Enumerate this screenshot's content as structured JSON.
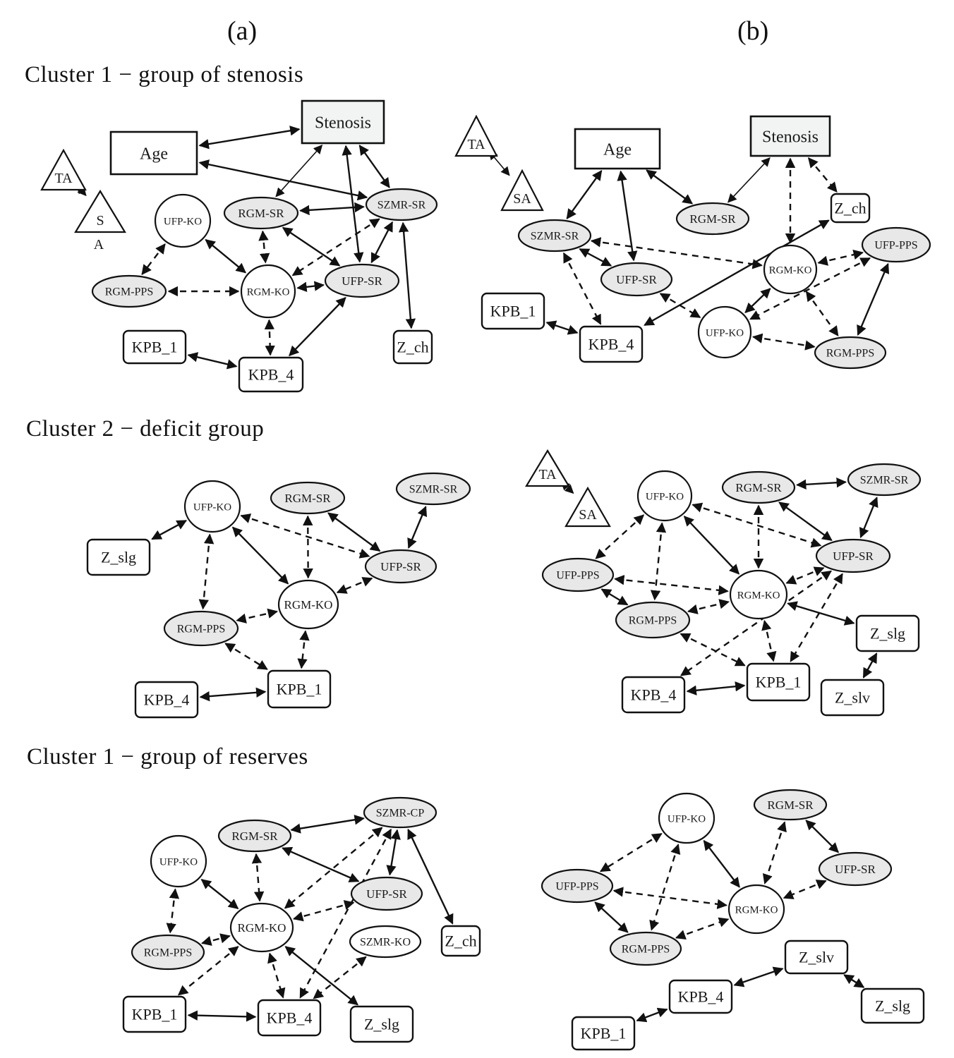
{
  "columns": {
    "a": "(a)",
    "b": "(b)"
  },
  "sections": [
    {
      "title": "Cluster 1 − group of stenosis"
    },
    {
      "title": "Cluster 2 − deficit group"
    },
    {
      "title": "Cluster 1 − group of reserves"
    }
  ],
  "colors": {
    "shaded_fill": "#e8e8e8",
    "stenosis_fill": "#f2f4f4",
    "white_fill": "#ffffff",
    "stroke": "#111111"
  },
  "legend_semantics": {
    "solid_edge": "solid bidirectional link",
    "dashed_edge": "dashed bidirectional link",
    "shaded_ellipse": "shaded variable node",
    "white_ellipse": "white variable node",
    "rect": "factor node",
    "triangle": "triangle node"
  },
  "graphs": [
    {
      "id": "s1a",
      "nodes": [
        {
          "id": "Stenosis",
          "label": "Stenosis",
          "shape": "rect",
          "fill": "stenosis"
        },
        {
          "id": "Age",
          "label": "Age",
          "shape": "rect",
          "fill": "white"
        },
        {
          "id": "TA",
          "label": "TA",
          "shape": "triangle"
        },
        {
          "id": "SA",
          "label": "S",
          "sublabel": "A",
          "shape": "triangle"
        },
        {
          "id": "UFP-KO",
          "label": "UFP-KO",
          "shape": "ellipse",
          "fill": "white"
        },
        {
          "id": "RGM-SR",
          "label": "RGM-SR",
          "shape": "ellipse",
          "fill": "shaded"
        },
        {
          "id": "SZMR-SR",
          "label": "SZMR-SR",
          "shape": "ellipse",
          "fill": "shaded"
        },
        {
          "id": "RGM-PPS",
          "label": "RGM-PPS",
          "shape": "ellipse",
          "fill": "shaded"
        },
        {
          "id": "RGM-KO",
          "label": "RGM-KO",
          "shape": "ellipse",
          "fill": "white"
        },
        {
          "id": "UFP-SR",
          "label": "UFP-SR",
          "shape": "ellipse",
          "fill": "shaded"
        },
        {
          "id": "KPB_1",
          "label": "KPB_1",
          "shape": "roundrect"
        },
        {
          "id": "KPB_4",
          "label": "KPB_4",
          "shape": "roundrect"
        },
        {
          "id": "Z_ch",
          "label": "Z_ch",
          "shape": "roundrect"
        }
      ],
      "edges": [
        {
          "from": "Age",
          "to": "Stenosis",
          "style": "solid"
        },
        {
          "from": "Age",
          "to": "SZMR-SR",
          "style": "solid"
        },
        {
          "from": "Stenosis",
          "to": "RGM-SR",
          "style": "solid-thin"
        },
        {
          "from": "Stenosis",
          "to": "UFP-SR",
          "style": "solid"
        },
        {
          "from": "Stenosis",
          "to": "SZMR-SR",
          "style": "solid"
        },
        {
          "from": "TA",
          "to": "SA",
          "style": "solid-thin"
        },
        {
          "from": "RGM-SR",
          "to": "SZMR-SR",
          "style": "solid"
        },
        {
          "from": "UFP-KO",
          "to": "RGM-PPS",
          "style": "dashed"
        },
        {
          "from": "UFP-KO",
          "to": "RGM-KO",
          "style": "solid"
        },
        {
          "from": "RGM-SR",
          "to": "RGM-KO",
          "style": "dashed"
        },
        {
          "from": "RGM-SR",
          "to": "UFP-SR",
          "style": "solid"
        },
        {
          "from": "SZMR-SR",
          "to": "RGM-KO",
          "style": "dashed"
        },
        {
          "from": "SZMR-SR",
          "to": "UFP-SR",
          "style": "solid"
        },
        {
          "from": "SZMR-SR",
          "to": "Z_ch",
          "style": "solid"
        },
        {
          "from": "RGM-PPS",
          "to": "RGM-KO",
          "style": "dashed"
        },
        {
          "from": "RGM-KO",
          "to": "UFP-SR",
          "style": "solid"
        },
        {
          "from": "RGM-KO",
          "to": "KPB_4",
          "style": "dashed"
        },
        {
          "from": "UFP-SR",
          "to": "KPB_4",
          "style": "solid"
        },
        {
          "from": "KPB_1",
          "to": "KPB_4",
          "style": "solid"
        }
      ]
    },
    {
      "id": "s1b",
      "nodes": [
        {
          "id": "TA",
          "label": "TA",
          "shape": "triangle"
        },
        {
          "id": "SA",
          "label": "SA",
          "shape": "triangle"
        },
        {
          "id": "Age",
          "label": "Age",
          "shape": "rect",
          "fill": "white"
        },
        {
          "id": "Stenosis",
          "label": "Stenosis",
          "shape": "rect",
          "fill": "stenosis"
        },
        {
          "id": "RGM-SR",
          "label": "RGM-SR",
          "shape": "ellipse",
          "fill": "shaded"
        },
        {
          "id": "Z_ch",
          "label": "Z_ch",
          "shape": "roundrect"
        },
        {
          "id": "SZMR-SR",
          "label": "SZMR-SR",
          "shape": "ellipse",
          "fill": "shaded"
        },
        {
          "id": "UFP-PPS",
          "label": "UFP-PPS",
          "shape": "ellipse",
          "fill": "shaded"
        },
        {
          "id": "RGM-KO",
          "label": "RGM-KO",
          "shape": "ellipse",
          "fill": "white"
        },
        {
          "id": "UFP-SR",
          "label": "UFP-SR",
          "shape": "ellipse",
          "fill": "shaded"
        },
        {
          "id": "KPB_1",
          "label": "KPB_1",
          "shape": "roundrect"
        },
        {
          "id": "KPB_4",
          "label": "KPB_4",
          "shape": "roundrect"
        },
        {
          "id": "UFP-KO",
          "label": "UFP-KO",
          "shape": "ellipse",
          "fill": "white"
        },
        {
          "id": "RGM-PPS",
          "label": "RGM-PPS",
          "shape": "ellipse",
          "fill": "shaded"
        }
      ],
      "edges": [
        {
          "from": "TA",
          "to": "SA",
          "style": "solid-thin"
        },
        {
          "from": "Age",
          "to": "SZMR-SR",
          "style": "solid"
        },
        {
          "from": "Age",
          "to": "UFP-SR",
          "style": "solid"
        },
        {
          "from": "Age",
          "to": "RGM-SR",
          "style": "solid"
        },
        {
          "from": "Stenosis",
          "to": "RGM-SR",
          "style": "solid-thin"
        },
        {
          "from": "Stenosis",
          "to": "RGM-KO",
          "style": "dashed"
        },
        {
          "from": "Stenosis",
          "to": "Z_ch",
          "style": "dashed"
        },
        {
          "from": "SZMR-SR",
          "to": "RGM-KO",
          "style": "dashed"
        },
        {
          "from": "SZMR-SR",
          "to": "UFP-SR",
          "style": "solid"
        },
        {
          "from": "SZMR-SR",
          "to": "KPB_4",
          "style": "dashed"
        },
        {
          "from": "UFP-SR",
          "to": "UFP-KO",
          "style": "dashed"
        },
        {
          "from": "KPB_1",
          "to": "KPB_4",
          "style": "solid"
        },
        {
          "from": "KPB_4",
          "to": "Z_ch",
          "style": "solid"
        },
        {
          "from": "RGM-KO",
          "to": "UFP-PPS",
          "style": "dashed"
        },
        {
          "from": "RGM-KO",
          "to": "UFP-KO",
          "style": "solid"
        },
        {
          "from": "RGM-KO",
          "to": "RGM-PPS",
          "style": "dashed"
        },
        {
          "from": "UFP-PPS",
          "to": "UFP-KO",
          "style": "dashed"
        },
        {
          "from": "UFP-PPS",
          "to": "RGM-PPS",
          "style": "solid"
        },
        {
          "from": "UFP-KO",
          "to": "RGM-PPS",
          "style": "dashed"
        }
      ]
    },
    {
      "id": "s2a",
      "nodes": [
        {
          "id": "UFP-KO",
          "label": "UFP-KO",
          "shape": "ellipse",
          "fill": "white"
        },
        {
          "id": "RGM-SR",
          "label": "RGM-SR",
          "shape": "ellipse",
          "fill": "shaded"
        },
        {
          "id": "SZMR-SR",
          "label": "SZMR-SR",
          "shape": "ellipse",
          "fill": "shaded"
        },
        {
          "id": "Z_slg",
          "label": "Z_slg",
          "shape": "roundrect"
        },
        {
          "id": "UFP-SR",
          "label": "UFP-SR",
          "shape": "ellipse",
          "fill": "shaded"
        },
        {
          "id": "RGM-KO",
          "label": "RGM-KO",
          "shape": "ellipse",
          "fill": "white"
        },
        {
          "id": "RGM-PPS",
          "label": "RGM-PPS",
          "shape": "ellipse",
          "fill": "shaded"
        },
        {
          "id": "KPB_4",
          "label": "KPB_4",
          "shape": "roundrect"
        },
        {
          "id": "KPB_1",
          "label": "KPB_1",
          "shape": "roundrect"
        }
      ],
      "edges": [
        {
          "from": "UFP-KO",
          "to": "Z_slg",
          "style": "solid"
        },
        {
          "from": "UFP-KO",
          "to": "RGM-PPS",
          "style": "dashed"
        },
        {
          "from": "UFP-KO",
          "to": "RGM-KO",
          "style": "solid"
        },
        {
          "from": "UFP-KO",
          "to": "UFP-SR",
          "style": "dashed"
        },
        {
          "from": "RGM-SR",
          "to": "RGM-KO",
          "style": "dashed"
        },
        {
          "from": "RGM-SR",
          "to": "UFP-SR",
          "style": "solid"
        },
        {
          "from": "SZMR-SR",
          "to": "UFP-SR",
          "style": "solid"
        },
        {
          "from": "UFP-SR",
          "to": "RGM-KO",
          "style": "dashed"
        },
        {
          "from": "RGM-KO",
          "to": "RGM-PPS",
          "style": "dashed"
        },
        {
          "from": "RGM-KO",
          "to": "KPB_1",
          "style": "dashed"
        },
        {
          "from": "RGM-PPS",
          "to": "KPB_1",
          "style": "dashed"
        },
        {
          "from": "KPB_4",
          "to": "KPB_1",
          "style": "solid"
        }
      ]
    },
    {
      "id": "s2b",
      "nodes": [
        {
          "id": "TA",
          "label": "TA",
          "shape": "triangle"
        },
        {
          "id": "SA",
          "label": "SA",
          "shape": "triangle"
        },
        {
          "id": "UFP-KO",
          "label": "UFP-KO",
          "shape": "ellipse",
          "fill": "white"
        },
        {
          "id": "RGM-SR",
          "label": "RGM-SR",
          "shape": "ellipse",
          "fill": "shaded"
        },
        {
          "id": "SZMR-SR",
          "label": "SZMR-SR",
          "shape": "ellipse",
          "fill": "shaded"
        },
        {
          "id": "UFP-SR",
          "label": "UFP-SR",
          "shape": "ellipse",
          "fill": "shaded"
        },
        {
          "id": "UFP-PPS",
          "label": "UFP-PPS",
          "shape": "ellipse",
          "fill": "shaded"
        },
        {
          "id": "RGM-KO",
          "label": "RGM-KO",
          "shape": "ellipse",
          "fill": "white"
        },
        {
          "id": "RGM-PPS",
          "label": "RGM-PPS",
          "shape": "ellipse",
          "fill": "shaded"
        },
        {
          "id": "Z_slg",
          "label": "Z_slg",
          "shape": "roundrect"
        },
        {
          "id": "KPB_4",
          "label": "KPB_4",
          "shape": "roundrect"
        },
        {
          "id": "KPB_1",
          "label": "KPB_1",
          "shape": "roundrect"
        },
        {
          "id": "Z_slv",
          "label": "Z_slv",
          "shape": "roundrect"
        }
      ],
      "edges": [
        {
          "from": "TA",
          "to": "SA",
          "style": "solid-thin"
        },
        {
          "from": "RGM-SR",
          "to": "SZMR-SR",
          "style": "solid"
        },
        {
          "from": "SZMR-SR",
          "to": "UFP-SR",
          "style": "solid"
        },
        {
          "from": "RGM-SR",
          "to": "UFP-SR",
          "style": "solid"
        },
        {
          "from": "RGM-SR",
          "to": "RGM-KO",
          "style": "dashed"
        },
        {
          "from": "UFP-KO",
          "to": "UFP-SR",
          "style": "dashed"
        },
        {
          "from": "UFP-KO",
          "to": "UFP-PPS",
          "style": "dashed"
        },
        {
          "from": "UFP-KO",
          "to": "RGM-PPS",
          "style": "dashed"
        },
        {
          "from": "UFP-KO",
          "to": "RGM-KO",
          "style": "solid"
        },
        {
          "from": "UFP-PPS",
          "to": "RGM-KO",
          "style": "dashed"
        },
        {
          "from": "UFP-PPS",
          "to": "RGM-PPS",
          "style": "solid"
        },
        {
          "from": "RGM-PPS",
          "to": "RGM-KO",
          "style": "dashed"
        },
        {
          "from": "UFP-SR",
          "to": "RGM-KO",
          "style": "dashed"
        },
        {
          "from": "UFP-SR",
          "to": "KPB_4",
          "style": "dashed"
        },
        {
          "from": "UFP-SR",
          "to": "KPB_1",
          "style": "dashed"
        },
        {
          "from": "RGM-KO",
          "to": "Z_slg",
          "style": "solid"
        },
        {
          "from": "RGM-KO",
          "to": "KPB_1",
          "style": "dashed"
        },
        {
          "from": "RGM-PPS",
          "to": "KPB_1",
          "style": "dashed"
        },
        {
          "from": "KPB_4",
          "to": "KPB_1",
          "style": "solid"
        },
        {
          "from": "Z_slg",
          "to": "Z_slv",
          "style": "solid"
        }
      ]
    },
    {
      "id": "s3a",
      "nodes": [
        {
          "id": "SZMR-CP",
          "label": "SZMR-CP",
          "shape": "ellipse",
          "fill": "shaded"
        },
        {
          "id": "RGM-SR",
          "label": "RGM-SR",
          "shape": "ellipse",
          "fill": "shaded"
        },
        {
          "id": "UFP-KO",
          "label": "UFP-KO",
          "shape": "ellipse",
          "fill": "white"
        },
        {
          "id": "UFP-SR",
          "label": "UFP-SR",
          "shape": "ellipse",
          "fill": "shaded"
        },
        {
          "id": "RGM-KO",
          "label": "RGM-KO",
          "shape": "ellipse",
          "fill": "white"
        },
        {
          "id": "SZMR-KO",
          "label": "SZMR-KO",
          "shape": "ellipse",
          "fill": "white"
        },
        {
          "id": "Z_ch",
          "label": "Z_ch",
          "shape": "roundrect"
        },
        {
          "id": "RGM-PPS",
          "label": "RGM-PPS",
          "shape": "ellipse",
          "fill": "shaded"
        },
        {
          "id": "KPB_1",
          "label": "KPB_1",
          "shape": "roundrect"
        },
        {
          "id": "KPB_4",
          "label": "KPB_4",
          "shape": "roundrect"
        },
        {
          "id": "Z_slg",
          "label": "Z_slg",
          "shape": "roundrect"
        }
      ],
      "edges": [
        {
          "from": "RGM-SR",
          "to": "SZMR-CP",
          "style": "solid"
        },
        {
          "from": "RGM-SR",
          "to": "UFP-SR",
          "style": "solid"
        },
        {
          "from": "RGM-SR",
          "to": "RGM-KO",
          "style": "dashed"
        },
        {
          "from": "SZMR-CP",
          "to": "UFP-SR",
          "style": "solid"
        },
        {
          "from": "SZMR-CP",
          "to": "Z_ch",
          "style": "solid"
        },
        {
          "from": "SZMR-CP",
          "to": "RGM-KO",
          "style": "dashed"
        },
        {
          "from": "SZMR-CP",
          "to": "KPB_4",
          "style": "dashed"
        },
        {
          "from": "UFP-KO",
          "to": "RGM-KO",
          "style": "solid"
        },
        {
          "from": "UFP-KO",
          "to": "RGM-PPS",
          "style": "dashed"
        },
        {
          "from": "UFP-SR",
          "to": "RGM-KO",
          "style": "dashed"
        },
        {
          "from": "RGM-PPS",
          "to": "RGM-KO",
          "style": "dashed"
        },
        {
          "from": "RGM-KO",
          "to": "KPB_1",
          "style": "dashed"
        },
        {
          "from": "RGM-KO",
          "to": "KPB_4",
          "style": "dashed"
        },
        {
          "from": "RGM-KO",
          "to": "Z_slg",
          "style": "solid"
        },
        {
          "from": "SZMR-KO",
          "to": "KPB_4",
          "style": "dashed"
        },
        {
          "from": "KPB_1",
          "to": "KPB_4",
          "style": "solid"
        }
      ]
    },
    {
      "id": "s3b",
      "nodes": [
        {
          "id": "UFP-KO",
          "label": "UFP-KO",
          "shape": "ellipse",
          "fill": "white"
        },
        {
          "id": "RGM-SR",
          "label": "RGM-SR",
          "shape": "ellipse",
          "fill": "shaded"
        },
        {
          "id": "UFP-SR",
          "label": "UFP-SR",
          "shape": "ellipse",
          "fill": "shaded"
        },
        {
          "id": "UFP-PPS",
          "label": "UFP-PPS",
          "shape": "ellipse",
          "fill": "shaded"
        },
        {
          "id": "RGM-KO",
          "label": "RGM-KO",
          "shape": "ellipse",
          "fill": "white"
        },
        {
          "id": "RGM-PPS",
          "label": "RGM-PPS",
          "shape": "ellipse",
          "fill": "shaded"
        },
        {
          "id": "Z_slv",
          "label": "Z_slv",
          "shape": "roundrect"
        },
        {
          "id": "KPB_4",
          "label": "KPB_4",
          "shape": "roundrect"
        },
        {
          "id": "Z_slg",
          "label": "Z_slg",
          "shape": "roundrect"
        },
        {
          "id": "KPB_1",
          "label": "KPB_1",
          "shape": "roundrect"
        }
      ],
      "edges": [
        {
          "from": "UFP-KO",
          "to": "UFP-PPS",
          "style": "dashed"
        },
        {
          "from": "UFP-KO",
          "to": "RGM-PPS",
          "style": "dashed"
        },
        {
          "from": "UFP-KO",
          "to": "RGM-KO",
          "style": "solid"
        },
        {
          "from": "RGM-SR",
          "to": "RGM-KO",
          "style": "dashed"
        },
        {
          "from": "RGM-SR",
          "to": "UFP-SR",
          "style": "solid"
        },
        {
          "from": "UFP-SR",
          "to": "RGM-KO",
          "style": "dashed"
        },
        {
          "from": "UFP-PPS",
          "to": "RGM-KO",
          "style": "dashed"
        },
        {
          "from": "UFP-PPS",
          "to": "RGM-PPS",
          "style": "solid"
        },
        {
          "from": "RGM-PPS",
          "to": "RGM-KO",
          "style": "dashed"
        },
        {
          "from": "KPB_1",
          "to": "KPB_4",
          "style": "solid"
        },
        {
          "from": "KPB_4",
          "to": "Z_slv",
          "style": "solid"
        },
        {
          "from": "Z_slv",
          "to": "Z_slg",
          "style": "solid"
        }
      ]
    }
  ]
}
